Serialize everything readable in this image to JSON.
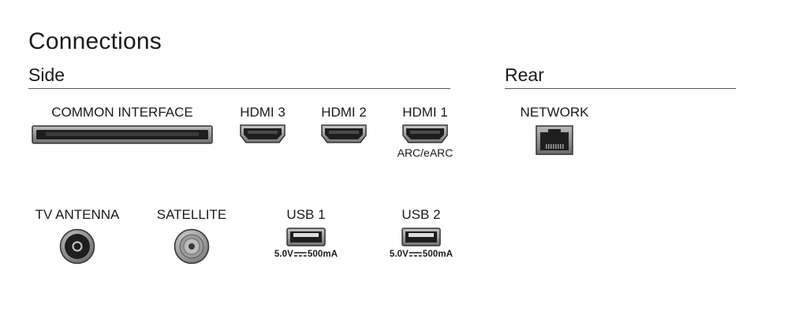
{
  "title": "Connections",
  "sections": {
    "side": "Side",
    "rear": "Rear"
  },
  "ports": {
    "common_interface": {
      "label": "COMMON INTERFACE",
      "icon": "ci-slot-icon"
    },
    "hdmi3": {
      "label": "HDMI 3",
      "icon": "hdmi-port-icon"
    },
    "hdmi2": {
      "label": "HDMI 2",
      "icon": "hdmi-port-icon"
    },
    "hdmi1": {
      "label": "HDMI 1",
      "sublabel": "ARC/eARC",
      "icon": "hdmi-port-icon"
    },
    "network": {
      "label": "NETWORK",
      "icon": "ethernet-port-icon"
    },
    "tv_antenna": {
      "label": "TV ANTENNA",
      "icon": "coax-port-icon"
    },
    "satellite": {
      "label": "SATELLITE",
      "icon": "f-connector-icon"
    },
    "usb1": {
      "label": "USB 1",
      "spec_voltage": "5.0V",
      "spec_current": "500mA",
      "icon": "usb-port-icon"
    },
    "usb2": {
      "label": "USB 2",
      "spec_voltage": "5.0V",
      "spec_current": "500mA",
      "icon": "usb-port-icon"
    }
  },
  "colors": {
    "port_metal": "#8a8a8a",
    "port_dark": "#1e1e1e",
    "rule": "#555555"
  }
}
